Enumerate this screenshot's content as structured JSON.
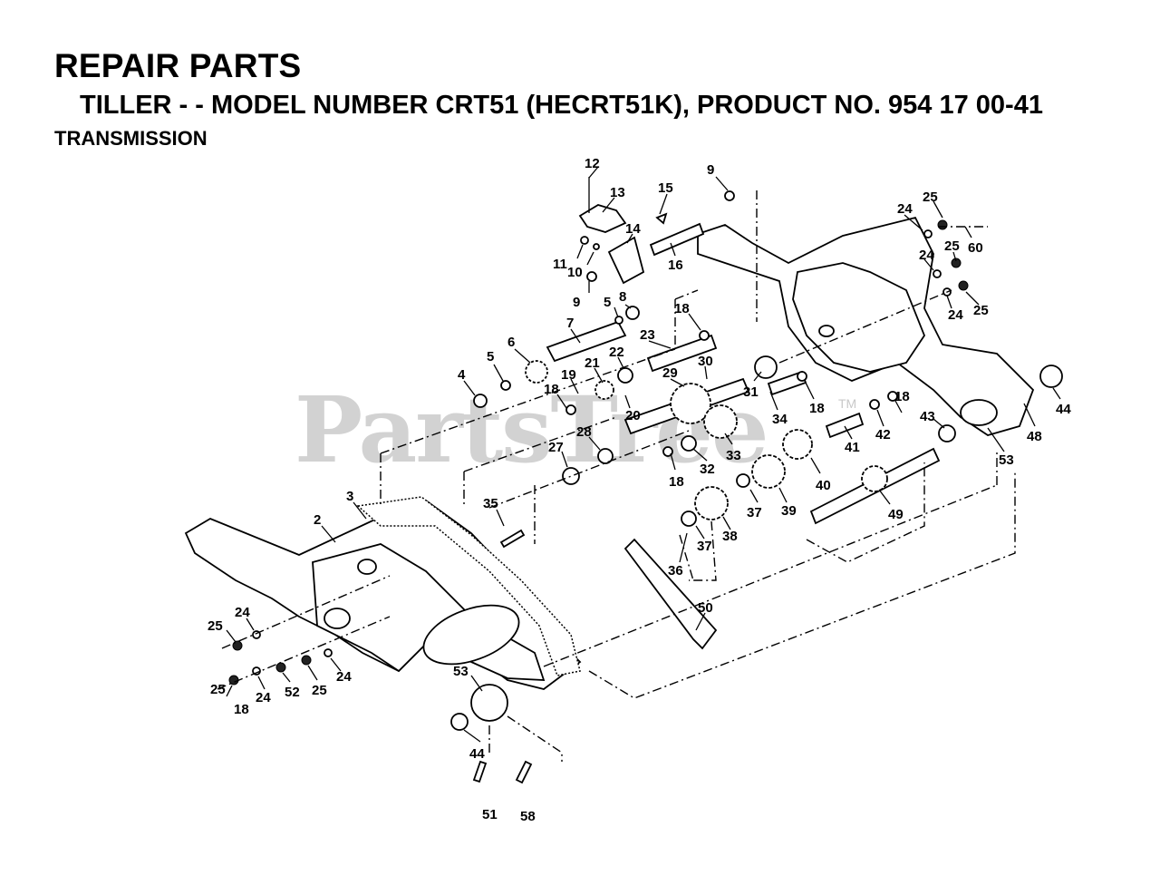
{
  "header": {
    "title": "REPAIR PARTS",
    "subtitle": "TILLER - - MODEL NUMBER CRT51 (HECRT51K), PRODUCT NO. 954 17 00-41",
    "section": "TRANSMISSION"
  },
  "watermark": {
    "text": "PartsTree",
    "tm": "TM"
  },
  "callouts": [
    "12",
    "13",
    "15",
    "9",
    "14",
    "11",
    "10",
    "16",
    "9",
    "5",
    "8",
    "7",
    "6",
    "5",
    "4",
    "18",
    "23",
    "22",
    "21",
    "19",
    "18",
    "20",
    "30",
    "29",
    "31",
    "18",
    "28",
    "27",
    "34",
    "18",
    "32",
    "33",
    "18",
    "35",
    "3",
    "2",
    "24",
    "25",
    "60",
    "24",
    "25",
    "24",
    "25",
    "44",
    "43",
    "42",
    "41",
    "48",
    "53",
    "40",
    "39",
    "37",
    "38",
    "37",
    "36",
    "49",
    "50",
    "25",
    "24",
    "25",
    "24",
    "52",
    "25",
    "24",
    "53",
    "44",
    "51",
    "58",
    "18"
  ],
  "colors": {
    "ink": "#000000",
    "watermark": "#d2d2d2",
    "background": "#ffffff"
  }
}
